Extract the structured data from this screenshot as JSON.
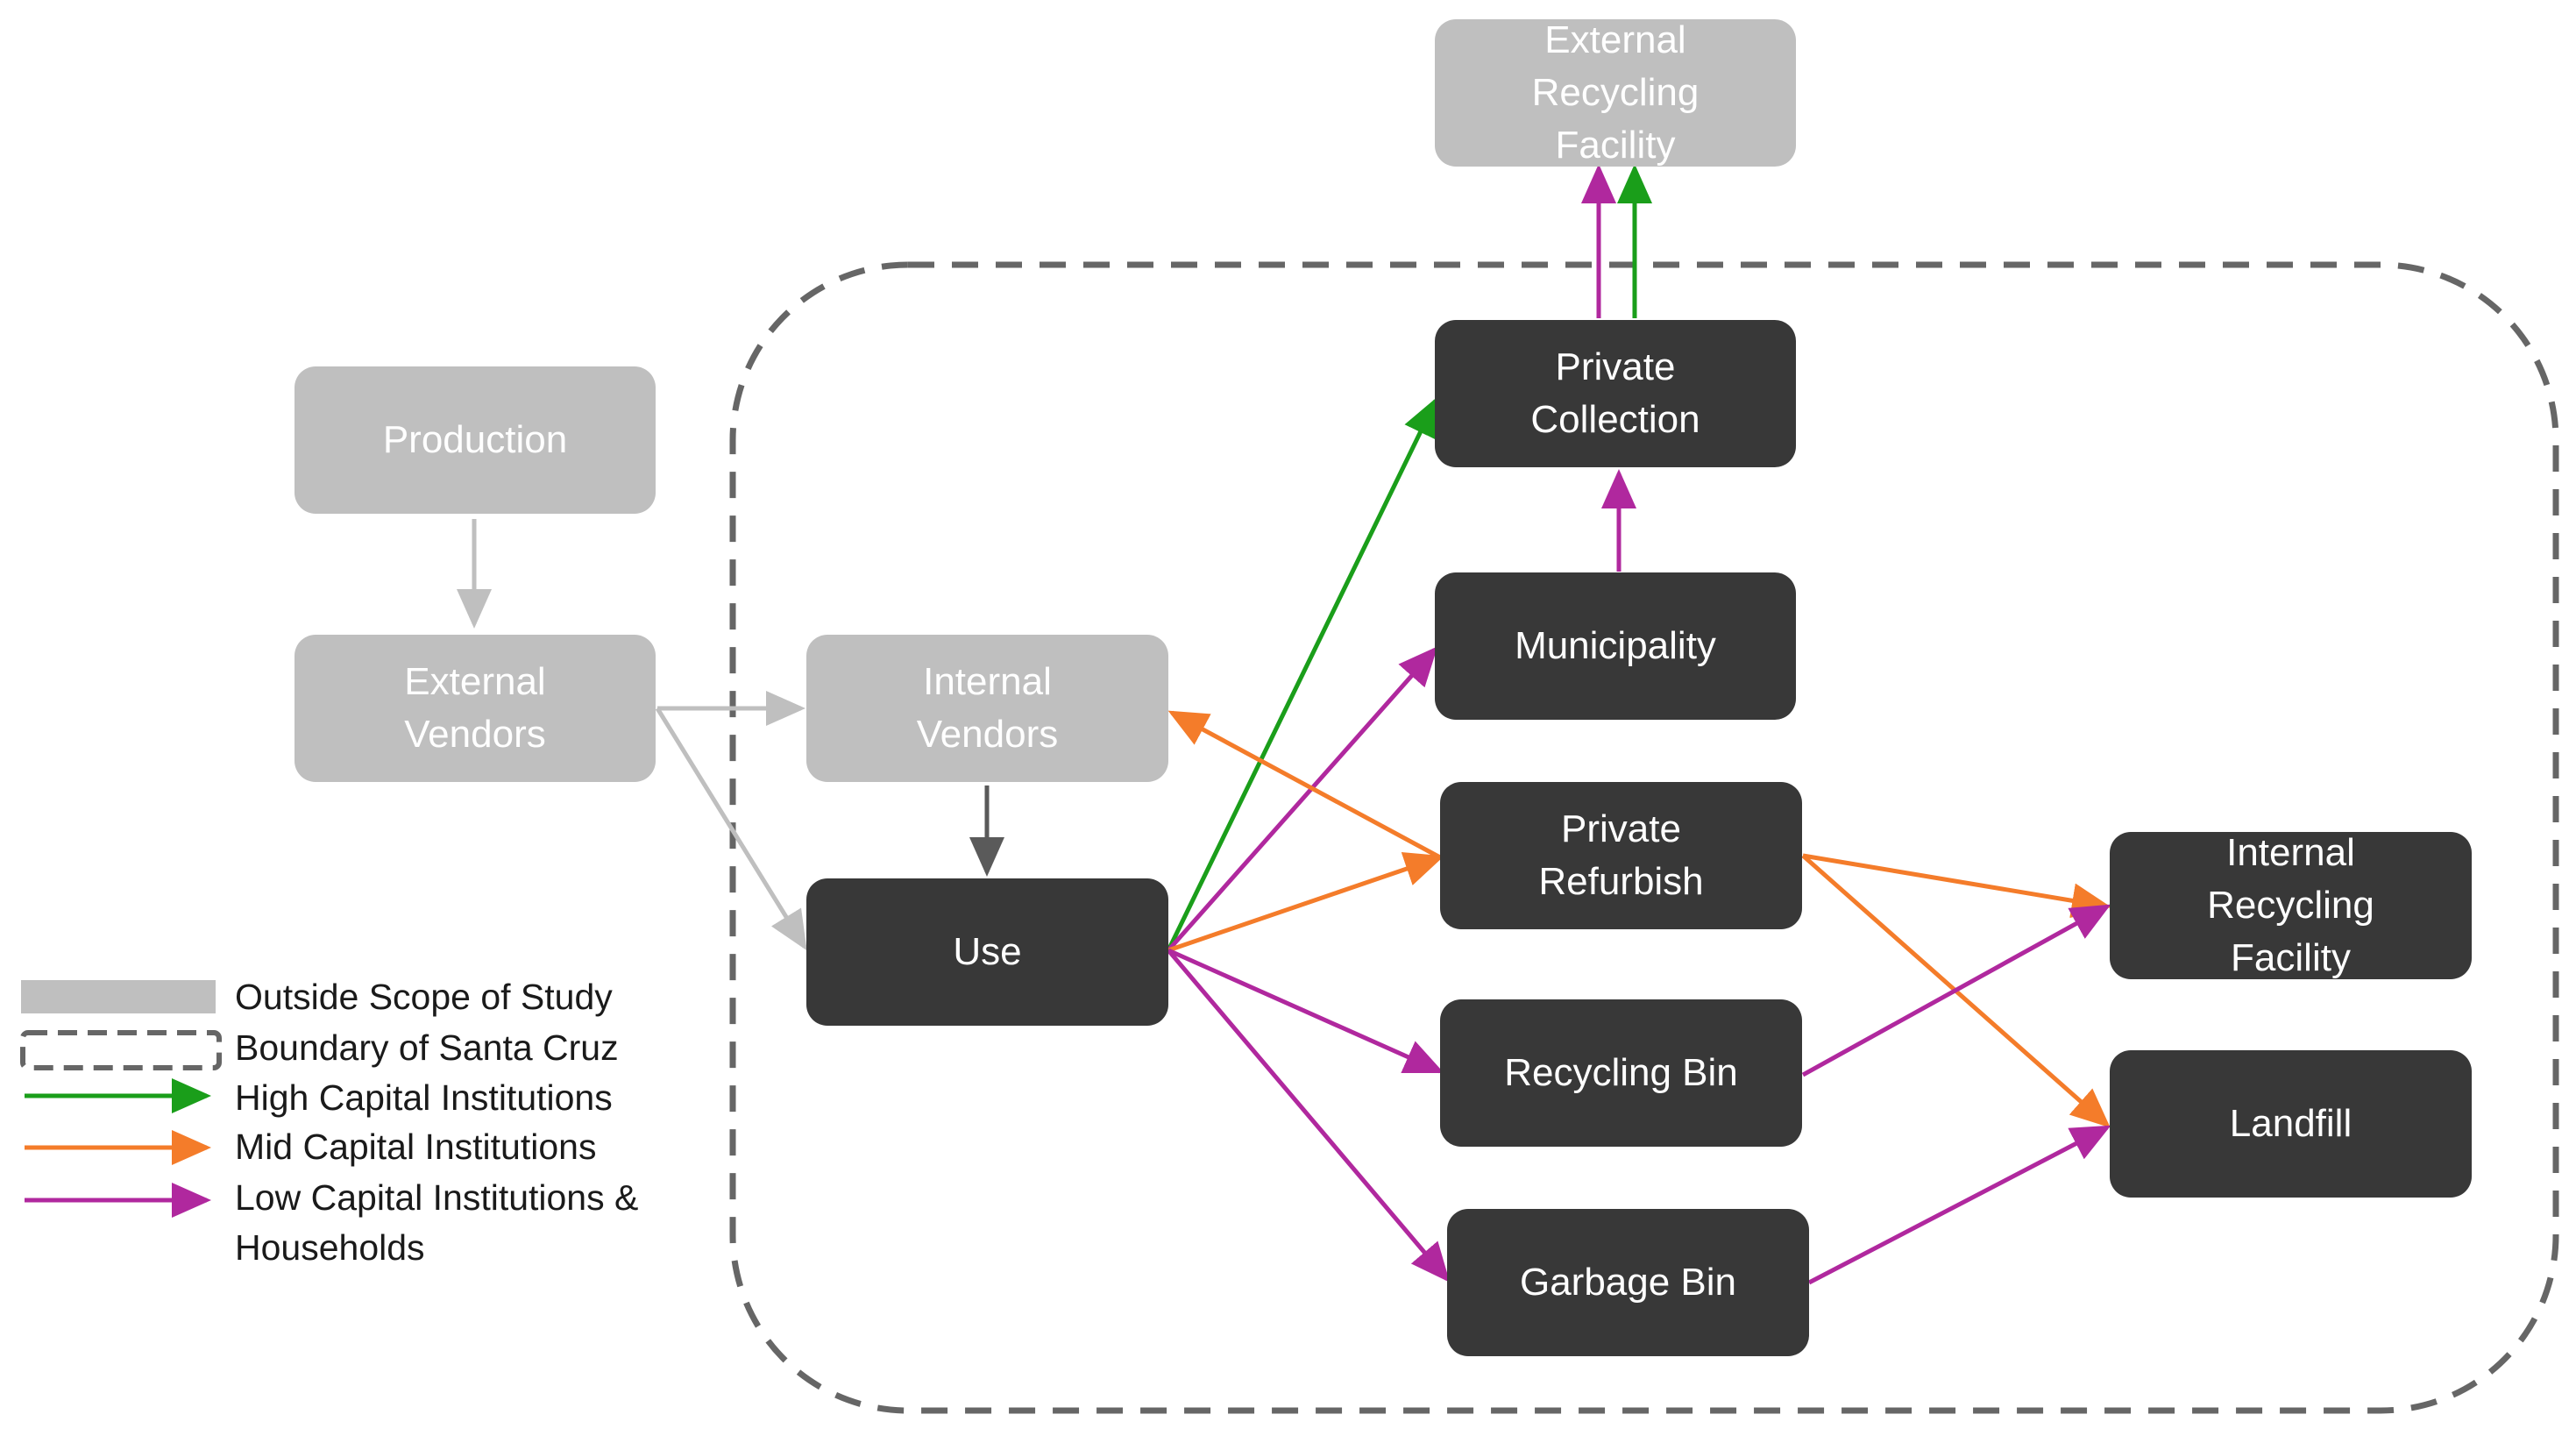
{
  "colors": {
    "outside": "#bfbfbf",
    "inside": "#383838",
    "high": "#1a9e1a",
    "mid": "#f47c2a",
    "low": "#b0289e",
    "neutral_light": "#bfbfbf",
    "neutral_dark": "#5a5a5a",
    "boundary": "#666666"
  },
  "nodes": {
    "external_recycling": "External\nRecycling\nFacility",
    "production": "Production",
    "external_vendors": "External\nVendors",
    "internal_vendors": "Internal\nVendors",
    "use": "Use",
    "private_collection": "Private\nCollection",
    "municipality": "Municipality",
    "private_refurbish": "Private\nRefurbish",
    "recycling_bin": "Recycling Bin",
    "garbage_bin": "Garbage Bin",
    "internal_recycling": "Internal\nRecycling\nFacility",
    "landfill": "Landfill"
  },
  "legend": {
    "outside": "Outside Scope of Study",
    "boundary": "Boundary of Santa Cruz",
    "high": "High Capital Institutions",
    "mid": "Mid Capital Institutions",
    "low_line1": "Low Capital Institutions &",
    "low_line2": "Households"
  },
  "flows": [
    {
      "from": "production",
      "to": "external_vendors",
      "type": "neutral_light"
    },
    {
      "from": "external_vendors",
      "to": "internal_vendors",
      "type": "neutral_light"
    },
    {
      "from": "external_vendors",
      "to": "use",
      "type": "neutral_light"
    },
    {
      "from": "internal_vendors",
      "to": "use",
      "type": "neutral_dark"
    },
    {
      "from": "use",
      "to": "private_collection",
      "type": "high"
    },
    {
      "from": "use",
      "to": "municipality",
      "type": "low"
    },
    {
      "from": "use",
      "to": "private_refurbish",
      "type": "mid"
    },
    {
      "from": "use",
      "to": "recycling_bin",
      "type": "low"
    },
    {
      "from": "use",
      "to": "garbage_bin",
      "type": "low"
    },
    {
      "from": "private_refurbish",
      "to": "internal_vendors",
      "type": "mid"
    },
    {
      "from": "municipality",
      "to": "private_collection",
      "type": "low"
    },
    {
      "from": "private_collection",
      "to": "external_recycling",
      "type": "low"
    },
    {
      "from": "private_collection",
      "to": "external_recycling",
      "type": "high"
    },
    {
      "from": "private_refurbish",
      "to": "internal_recycling",
      "type": "mid"
    },
    {
      "from": "private_refurbish",
      "to": "landfill",
      "type": "mid"
    },
    {
      "from": "recycling_bin",
      "to": "internal_recycling",
      "type": "low"
    },
    {
      "from": "garbage_bin",
      "to": "landfill",
      "type": "low"
    }
  ]
}
